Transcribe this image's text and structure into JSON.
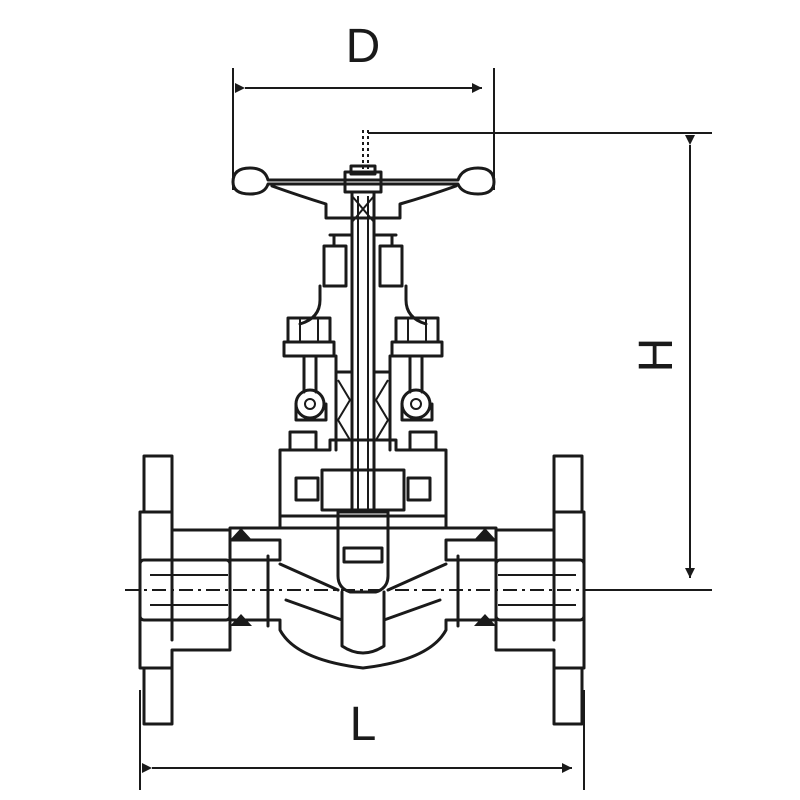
{
  "dimensions": {
    "handwheel_diameter": "D",
    "height": "H",
    "length": "L"
  },
  "colors": {
    "line": "#1a1a1a",
    "background": "#ffffff"
  }
}
